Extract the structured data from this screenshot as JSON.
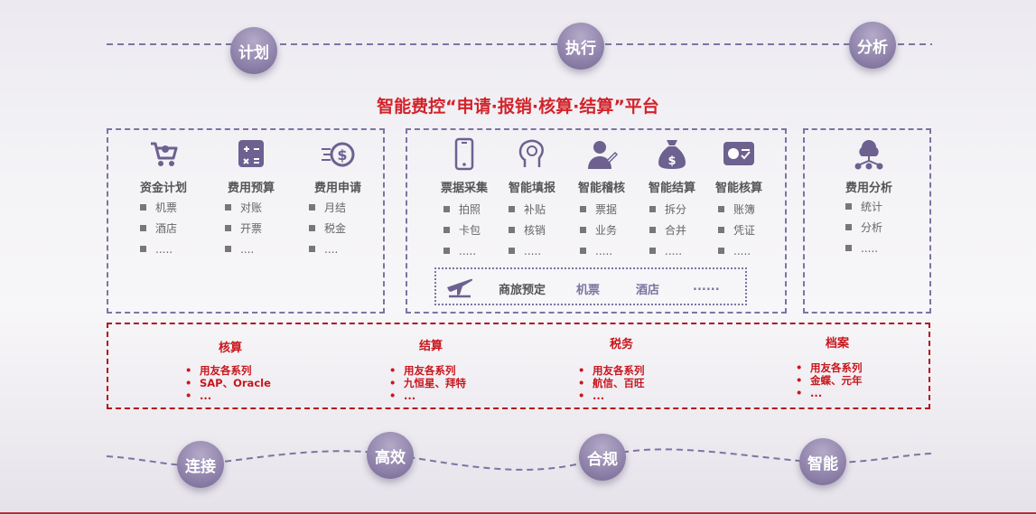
{
  "top_stages": [
    "计划",
    "执行",
    "分析"
  ],
  "platform_title": "智能费控“申请·报销·核算·结算”平台",
  "plan_panel": {
    "columns": [
      {
        "icon": "shopping-cart-icon",
        "title": "资金计划",
        "items": [
          "机票",
          "酒店",
          "....."
        ]
      },
      {
        "icon": "calculator-icon",
        "title": "费用预算",
        "items": [
          "对账",
          "开票",
          "...."
        ]
      },
      {
        "icon": "fast-money-icon",
        "title": "费用申请",
        "items": [
          "月结",
          "税金",
          "...."
        ]
      }
    ]
  },
  "exec_panel": {
    "columns": [
      {
        "icon": "phone-icon",
        "title": "票据采集",
        "items": [
          "拍照",
          "卡包",
          "....."
        ]
      },
      {
        "icon": "brain-icon",
        "title": "智能填报",
        "items": [
          "补贴",
          "核销",
          "....."
        ]
      },
      {
        "icon": "auditor-icon",
        "title": "智能稽核",
        "items": [
          "票据",
          "业务",
          "....."
        ]
      },
      {
        "icon": "money-bag-icon",
        "title": "智能结算",
        "items": [
          "拆分",
          "合并",
          "....."
        ]
      },
      {
        "icon": "card-check-icon",
        "title": "智能核算",
        "items": [
          "账簿",
          "凭证",
          "....."
        ]
      }
    ],
    "booking": {
      "icon": "plane-icon",
      "label": "商旅预定",
      "items": [
        "机票",
        "酒店",
        "......"
      ]
    }
  },
  "analysis_panel": {
    "icon": "network-icon",
    "title": "费用分析",
    "items": [
      "统计",
      "分析",
      "....."
    ]
  },
  "integrations": [
    {
      "title": "核算",
      "items": [
        "用友各系列",
        "SAP、Oracle",
        "..."
      ]
    },
    {
      "title": "结算",
      "items": [
        "用友各系列",
        "九恒星、拜特",
        "..."
      ]
    },
    {
      "title": "税务",
      "items": [
        "用友各系列",
        "航信、百旺",
        "..."
      ]
    },
    {
      "title": "档案",
      "items": [
        "用友各系列",
        "金蝶、元年",
        "..."
      ]
    }
  ],
  "bottom_stages": [
    "连接",
    "高效",
    "合规",
    "智能"
  ],
  "colors": {
    "accent_purple": "#8c7fa8",
    "dash_purple": "#7e73a3",
    "red": "#c8161d"
  }
}
